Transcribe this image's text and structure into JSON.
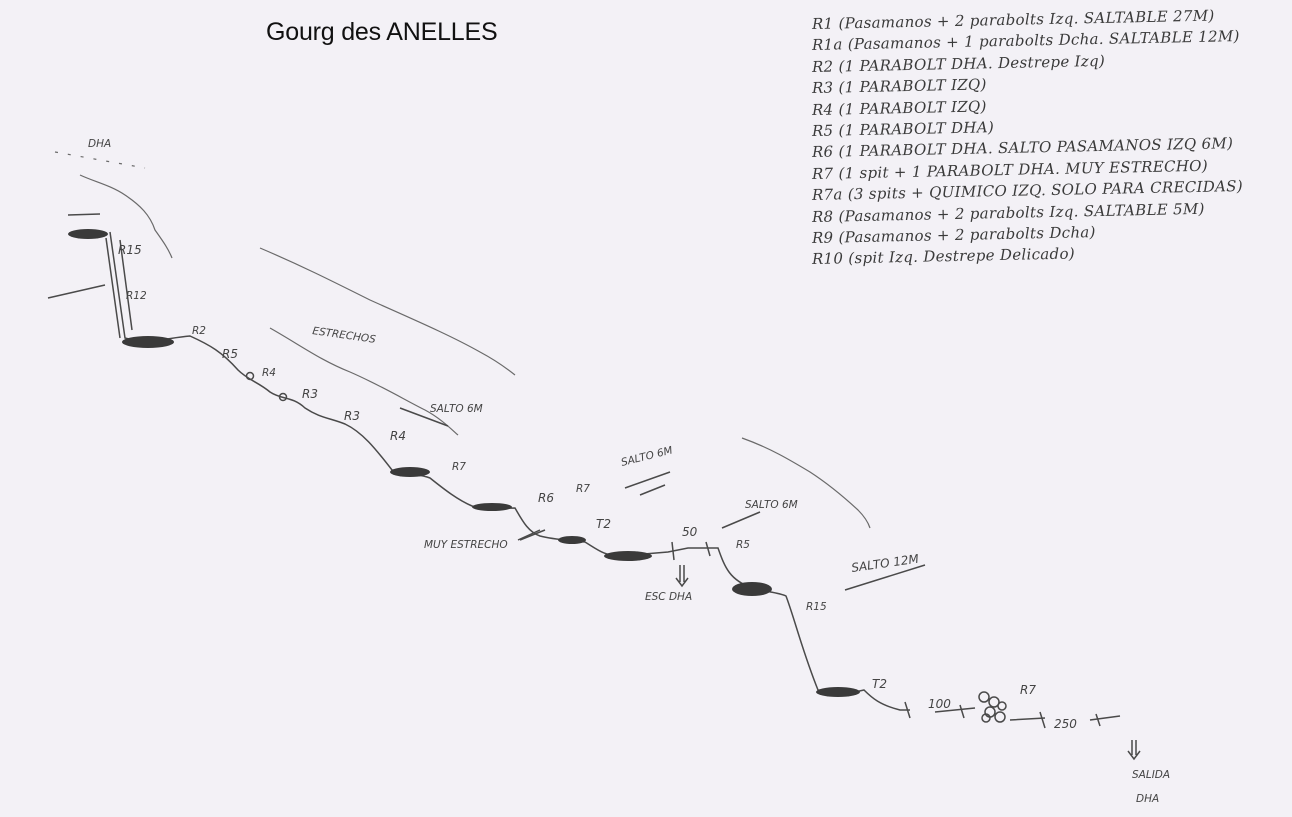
{
  "title": "Gourg des ANELLES",
  "legend": [
    "R1 (Pasamanos + 2 parabolts Izq. SALTABLE 27M)",
    "R1a (Pasamanos + 1 parabolts Dcha. SALTABLE 12M)",
    "R2 (1 PARABOLT DHA. Destrepe Izq)",
    "R3 (1 PARABOLT IZQ)",
    "R4 (1 PARABOLT IZQ)",
    "R5 (1 PARABOLT DHA)",
    "R6 (1 PARABOLT DHA. SALTO PASAMANOS IZQ 6M)",
    "R7 (1 spit + 1 PARABOLT DHA. MUY ESTRECHO)",
    "R7a (3 spits + QUIMICO IZQ. SOLO PARA CRECIDAS)",
    "R8 (Pasamanos + 2 parabolts Izq. SALTABLE 5M)",
    "R9 (Pasamanos + 2 parabolts Dcha)",
    "R10 (spit Izq. Destrepe Delicado)"
  ],
  "labels": {
    "dha_top": "DHA",
    "r15_a": "R15",
    "r12": "R12",
    "r2": "R2",
    "r5": "R5",
    "r4_a": "R4",
    "r3_a": "R3",
    "estrechos": "ESTRECHOS",
    "r3_b": "R3",
    "r4_b": "R4",
    "salto_6m_a": "SALTO 6M",
    "r7_a": "R7",
    "salto_6m_b": "SALTO 6M",
    "r6": "R6",
    "r7_b": "R7",
    "muy_estrecho": "MUY ESTRECHO",
    "t2_a": "T2",
    "m50": "50",
    "salto_6m_c": "SALTO 6M",
    "r5_b": "R5",
    "esc_dha": "ESC DHA",
    "salto_12m": "SALTO 12M",
    "r15_b": "R15",
    "t2_b": "T2",
    "m100": "100",
    "r7_c": "R7",
    "m250": "250",
    "salida": "SALIDA",
    "dha_bottom": "DHA"
  }
}
